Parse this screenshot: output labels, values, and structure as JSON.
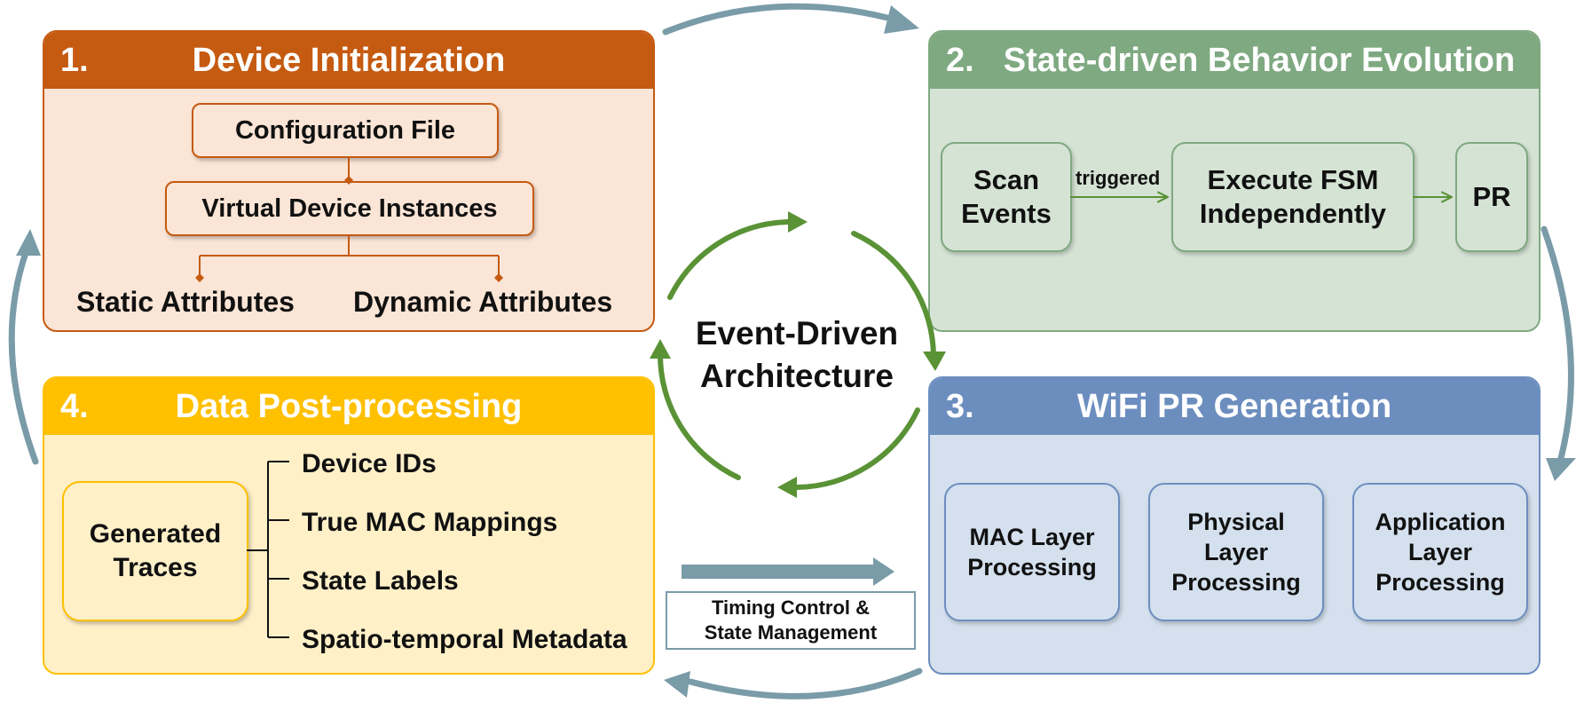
{
  "panel1": {
    "number": "1.",
    "title": "Device Initialization",
    "config_box": "Configuration File",
    "instances_box": "Virtual Device Instances",
    "static_label": "Static Attributes",
    "dynamic_label": "Dynamic Attributes"
  },
  "panel2": {
    "number": "2.",
    "title": "State-driven Behavior Evolution",
    "scan_box": "Scan Events",
    "trigger_label": "triggered",
    "fsm_box": "Execute FSM Independently",
    "pr_box": "PR"
  },
  "panel3": {
    "number": "3.",
    "title": "WiFi PR Generation",
    "mac_box": "MAC Layer Processing",
    "phy_box": "Physical Layer Processing",
    "app_box": "Application Layer Processing"
  },
  "panel4": {
    "number": "4.",
    "title": "Data Post-processing",
    "traces_box": "Generated Traces",
    "items": [
      "Device IDs",
      "True MAC Mappings",
      "State Labels",
      "Spatio-temporal Metadata"
    ]
  },
  "center": {
    "label": "Event-Driven Architecture"
  },
  "timing": {
    "label": "Timing Control & State Management"
  },
  "colors": {
    "panel1_header": "#C55A11",
    "panel1_body": "#FBE5D6",
    "panel2_header": "#7FA981",
    "panel2_body": "#D5E3D5",
    "panel3_header": "#6C8EBF",
    "panel3_body": "#D4E0EE",
    "panel4_header": "#FFC000",
    "panel4_body": "#FFF0C8",
    "cycle_green": "#5A9236",
    "outer_arrow": "#7A9BA8"
  }
}
